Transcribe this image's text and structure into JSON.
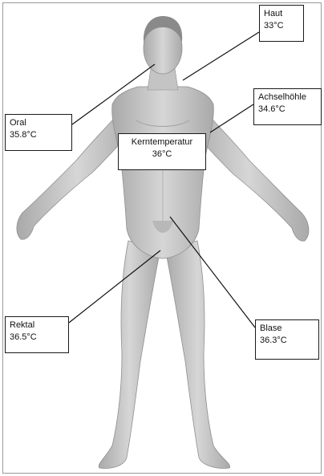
{
  "labels": {
    "haut": {
      "name": "Haut",
      "temp": "33°C"
    },
    "oral": {
      "name": "Oral",
      "temp": "35.8°C"
    },
    "achsel": {
      "name": "Achselhöhle",
      "temp": "34.6°C"
    },
    "kern": {
      "name": "Kerntemperatur",
      "temp": "36°C"
    },
    "rektal": {
      "name": "Rektal",
      "temp": "36.5°C"
    },
    "blase": {
      "name": "Blase",
      "temp": "36.3°C"
    }
  },
  "colors": {
    "skin": "#c9c9c9",
    "skin_shade": "#9e9e9e",
    "hair": "#8a8a8a",
    "line": "#111111"
  }
}
